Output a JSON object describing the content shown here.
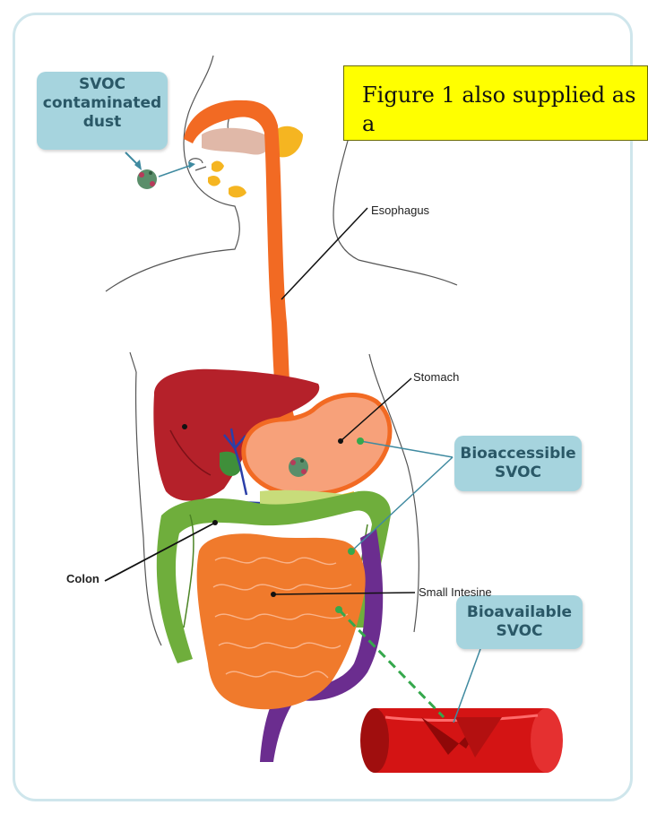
{
  "figure_note": {
    "text": "Figure 1 also supplied as a"
  },
  "callouts": {
    "dust": [
      "SVOC",
      "contaminated",
      "dust"
    ],
    "bioaccessible": [
      "Bioaccessible",
      "SVOC"
    ],
    "bioavailable": [
      "Bioavailable",
      "SVOC"
    ]
  },
  "labels": {
    "esophagus": "Esophagus",
    "stomach": "Stomach",
    "colon": "Colon",
    "small_intestine": "Small Intesine"
  },
  "colors": {
    "esophagus": "#f26a23",
    "liver": "#b5212a",
    "colon": "#6fae3c",
    "small_intestine": "#f07a2c",
    "rectum": "#6b2d8f",
    "blood_vessel": "#d41414",
    "callout_bg": "#a6d4de",
    "callout_text": "#2a5867",
    "note_bg": "#ffff00",
    "frame": "#cfe6ec"
  }
}
